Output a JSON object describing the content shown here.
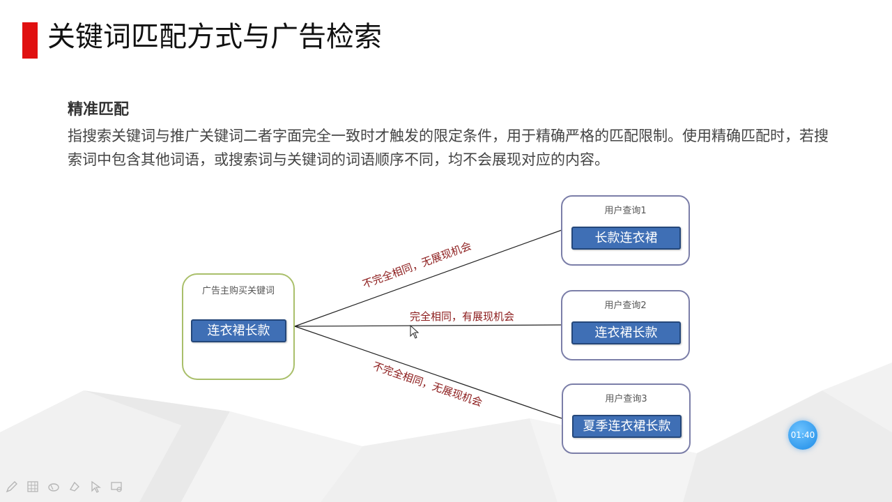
{
  "slide": {
    "title": "关键词匹配方式与广告检索",
    "section_title": "精准匹配",
    "description": "指搜索关键词与推广关键词二者字面完全一致时才触发的限定条件，用于精确严格的匹配限制。使用精确匹配时，若搜索词中包含其他词语，或搜索词与关键词的词语顺序不同，均不会展现对应的内容。"
  },
  "diagram": {
    "advertiser": {
      "label": "广告主购买关键词",
      "keyword": "连衣裙长款"
    },
    "queries": [
      {
        "label": "用户查询1",
        "keyword": "长款连衣裙"
      },
      {
        "label": "用户查询2",
        "keyword": "连衣裙长款"
      },
      {
        "label": "用户查询3",
        "keyword": "夏季连衣裙长款"
      }
    ],
    "edges": [
      {
        "label": "不完全相同，无展现机会"
      },
      {
        "label": "完全相同，有展现机会"
      },
      {
        "label": "不完全相同，无展现机会"
      }
    ]
  },
  "player": {
    "timer": "01:40"
  },
  "colors": {
    "accent_red": "#e01010",
    "keyword_blue": "#3f6fb5",
    "edge_text": "#8b1a1a",
    "adv_border": "#a9bf6a",
    "user_border": "#7b7ea8"
  },
  "toolbar_icons": [
    "pen-icon",
    "grid-icon",
    "eraser-icon",
    "highlighter-icon",
    "pointer-icon",
    "screen-icon"
  ]
}
